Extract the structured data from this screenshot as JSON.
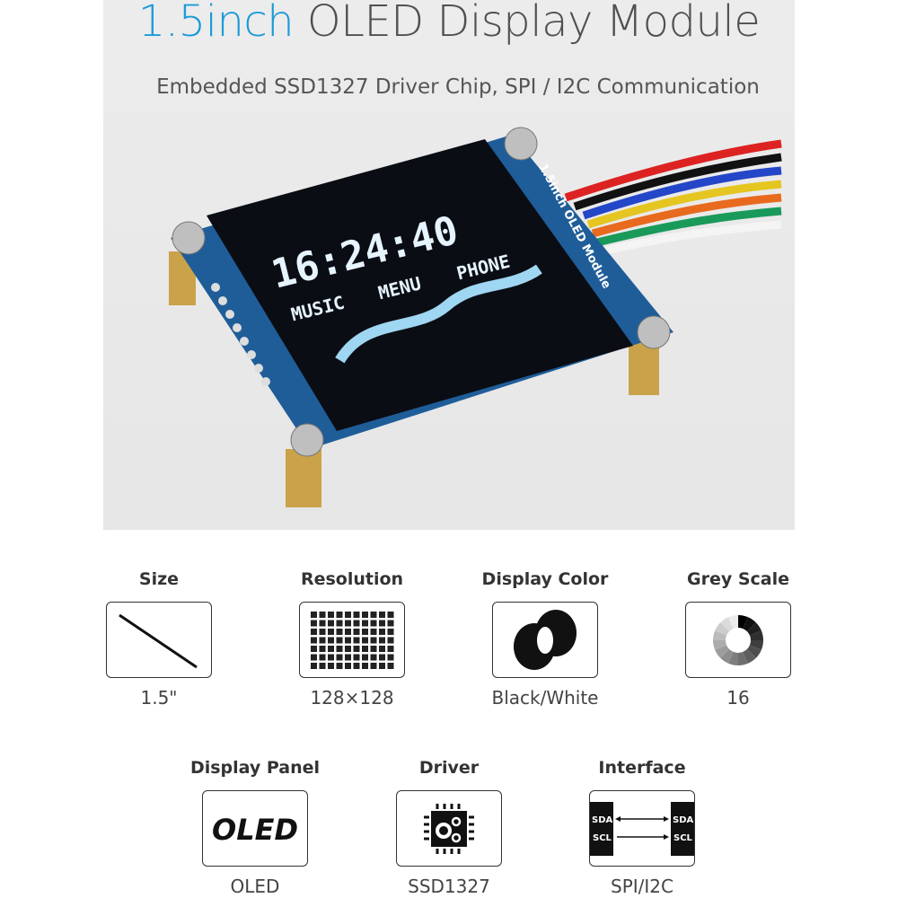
{
  "header": {
    "title_accent": "1.5inch",
    "title_rest": " OLED Display Module",
    "subtitle": "Embedded SSD1327 Driver Chip, SPI / I2C Communication",
    "accent_color": "#1b9bd8"
  },
  "product": {
    "screen_time": "16:24:40",
    "screen_menu": [
      "MUSIC",
      "MENU",
      "PHONE"
    ],
    "board_label": "1.5inch OLED Module"
  },
  "specs": [
    {
      "label": "Size",
      "value": "1.5\"",
      "icon": "diagonal-line-icon"
    },
    {
      "label": "Resolution",
      "value": "128×128",
      "icon": "pixel-grid-icon"
    },
    {
      "label": "Display Color",
      "value": "Black/White",
      "icon": "overlapping-circles-icon"
    },
    {
      "label": "Grey Scale",
      "value": "16",
      "icon": "grey-ring-icon"
    },
    {
      "label": "Display Panel",
      "value": "OLED",
      "icon": "oled-text-icon",
      "icon_text": "OLED"
    },
    {
      "label": "Driver",
      "value": "SSD1327",
      "icon": "chip-gears-icon"
    },
    {
      "label": "Interface",
      "value": "SPI/I2C",
      "icon": "sda-scl-icon",
      "pins": [
        "SDA",
        "SCL"
      ]
    }
  ]
}
